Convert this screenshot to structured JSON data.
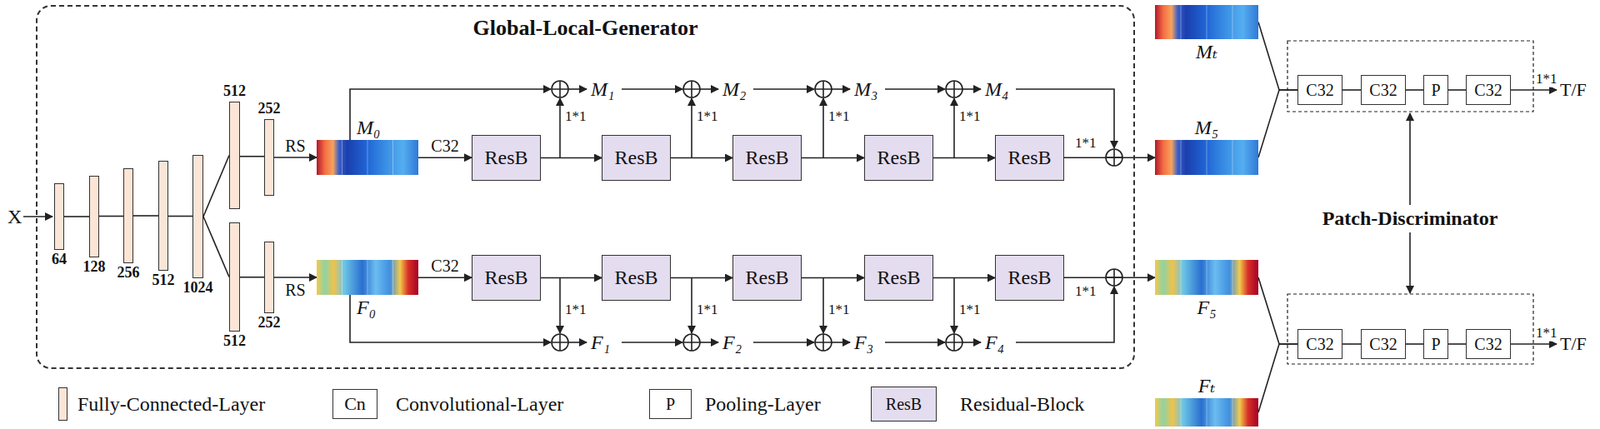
{
  "diagram": {
    "nodes": [
      {
        "text": [
          "Global-Local-Generator"
        ]
      },
      {
        "text": [
          "64"
        ],
        "in": 0
      },
      {
        "text": [
          "128"
        ],
        "in": 0
      },
      {
        "text": [
          "256"
        ],
        "in": 0
      },
      {
        "text": [
          "512"
        ],
        "in": 0
      },
      {
        "text": [
          "1024"
        ],
        "in": 0
      },
      {
        "text": [
          "512"
        ],
        "in": 0
      },
      {
        "text": [
          "252"
        ],
        "in": 0
      },
      {
        "text": [
          "512"
        ],
        "in": 0
      },
      {
        "text": [
          "252"
        ],
        "in": 0
      },
      {
        "text": [
          "M₀"
        ],
        "in": 0
      },
      {
        "text": [
          "ResB"
        ],
        "in": 0
      },
      {
        "text": [
          "ResB"
        ],
        "in": 0
      },
      {
        "text": [
          "ResB"
        ],
        "in": 0
      },
      {
        "text": [
          "ResB"
        ],
        "in": 0
      },
      {
        "text": [
          "ResB"
        ],
        "in": 0
      },
      {
        "text": [
          "F₀"
        ],
        "in": 0
      },
      {
        "text": [
          "ResB"
        ],
        "in": 0
      },
      {
        "text": [
          "ResB"
        ],
        "in": 0
      },
      {
        "text": [
          "ResB"
        ],
        "in": 0
      },
      {
        "text": [
          "ResB"
        ],
        "in": 0
      },
      {
        "text": [
          "ResB"
        ],
        "in": 0
      },
      {
        "text": [
          "Mₜ"
        ]
      },
      {
        "text": [
          "M₅"
        ]
      },
      {
        "text": [
          "C32"
        ]
      },
      {
        "text": [
          "C32"
        ]
      },
      {
        "text": [
          "P"
        ]
      },
      {
        "text": [
          "C32"
        ]
      },
      {
        "text": [
          "F₅"
        ]
      },
      {
        "text": [
          "Fₜ"
        ]
      },
      {
        "text": [
          "C32"
        ]
      },
      {
        "text": [
          "C32"
        ]
      },
      {
        "text": [
          "P"
        ]
      },
      {
        "text": [
          "C32"
        ]
      }
    ],
    "edges": [
      {
        "from": 1,
        "to": 2,
        "arrow": "none"
      },
      {
        "from": 2,
        "to": 3,
        "arrow": "none"
      },
      {
        "from": 3,
        "to": 4,
        "arrow": "none"
      },
      {
        "from": 4,
        "to": 5,
        "arrow": "none"
      },
      {
        "from": 5,
        "to": 6,
        "arrow": "none"
      },
      {
        "from": 5,
        "to": 8,
        "arrow": "none"
      },
      {
        "from": 6,
        "to": 7,
        "arrow": "none"
      },
      {
        "from": 8,
        "to": 9,
        "arrow": "none"
      },
      {
        "from": 7,
        "to": 10,
        "arrow": "to",
        "label": "RS"
      },
      {
        "from": 9,
        "to": 16,
        "arrow": "to",
        "label": "RS"
      },
      {
        "from": 10,
        "to": 11,
        "arrow": "to",
        "label": "C32"
      },
      {
        "from": 11,
        "to": 12,
        "arrow": "to"
      },
      {
        "from": 12,
        "to": 13,
        "arrow": "to"
      },
      {
        "from": 13,
        "to": 14,
        "arrow": "to"
      },
      {
        "from": 14,
        "to": 15,
        "arrow": "to"
      },
      {
        "from": 15,
        "to": 23,
        "arrow": "to"
      },
      {
        "from": 16,
        "to": 17,
        "arrow": "to",
        "label": "C32"
      },
      {
        "from": 17,
        "to": 18,
        "arrow": "to"
      },
      {
        "from": 18,
        "to": 19,
        "arrow": "to"
      },
      {
        "from": 19,
        "to": 20,
        "arrow": "to"
      },
      {
        "from": 20,
        "to": 21,
        "arrow": "to"
      },
      {
        "from": 21,
        "to": 28,
        "arrow": "to"
      },
      {
        "from": 22,
        "to": 24,
        "arrow": "none"
      },
      {
        "from": 23,
        "to": 24,
        "arrow": "none"
      },
      {
        "from": 24,
        "to": 25,
        "arrow": "none"
      },
      {
        "from": 25,
        "to": 26,
        "arrow": "none"
      },
      {
        "from": 26,
        "to": 27,
        "arrow": "none"
      },
      {
        "from": 28,
        "to": 30,
        "arrow": "none"
      },
      {
        "from": 29,
        "to": 30,
        "arrow": "none"
      },
      {
        "from": 30,
        "to": 31,
        "arrow": "none"
      },
      {
        "from": 31,
        "to": 32,
        "arrow": "none"
      },
      {
        "from": 32,
        "to": 33,
        "arrow": "none"
      }
    ],
    "labels": [
      "X",
      "M₁",
      "M₂",
      "M₃",
      "M₄",
      "1*1",
      "1*1",
      "1*1",
      "1*1",
      "1*1",
      "F₁",
      "F₂",
      "F₃",
      "F₄",
      "1*1",
      "1*1",
      "1*1",
      "1*1",
      "1*1",
      "1*1",
      "T/F",
      "Patch-Discriminator",
      "1*1",
      "T/F",
      "Cn",
      "P",
      "ResB"
    ],
    "legend": [
      {
        "text": "Fully-Connected-Layer",
        "color": "#fbe5d6"
      },
      {
        "text": "Convolutional-Layer"
      },
      {
        "text": "Pooling-Layer"
      },
      {
        "text": "Residual-Block"
      }
    ]
  }
}
